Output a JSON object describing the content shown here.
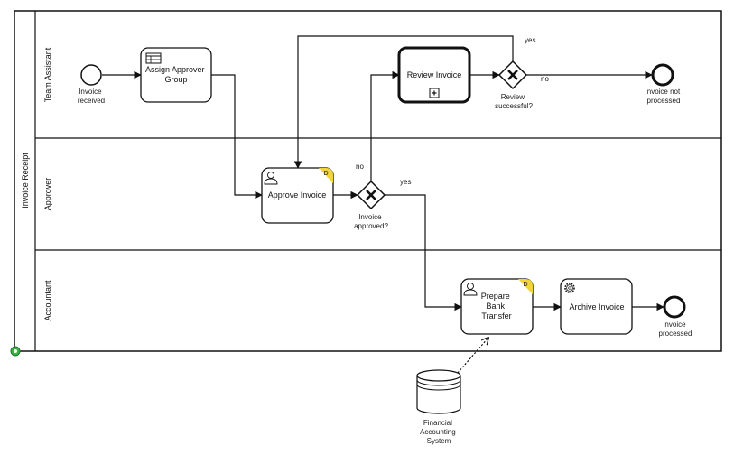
{
  "pool": {
    "label": "Invoice Receipt"
  },
  "lanes": {
    "team_assistant": "Team Assistant",
    "approver": "Approver",
    "accountant": "Accountant"
  },
  "events": {
    "start": "Invoice received",
    "end_not_processed": "Invoice not processed",
    "end_processed": "Invoice processed"
  },
  "tasks": {
    "assign_group": "Assign Approver Group",
    "approve": "Approve Invoice",
    "review": "Review Invoice",
    "prepare_transfer": "Prepare Bank Transfer",
    "archive": "Archive Invoice"
  },
  "task_badges": {
    "approve": "D",
    "prepare_transfer": "D"
  },
  "gateways": {
    "approved": "Invoice approved?",
    "review_successful": "Review successful?"
  },
  "flow_labels": {
    "approved_no": "no",
    "approved_yes": "yes",
    "review_yes": "yes",
    "review_no": "no"
  },
  "data_store": {
    "label": "Financial Accounting System"
  },
  "colors": {
    "badge": "#f2d43b",
    "stroke": "#111111",
    "start_marker": "#3cb043"
  },
  "icons": {
    "assign_group": "table-icon",
    "approve": "user-icon",
    "prepare_transfer": "user-icon",
    "archive": "gear-icon",
    "review": "subprocess-plus-icon"
  }
}
